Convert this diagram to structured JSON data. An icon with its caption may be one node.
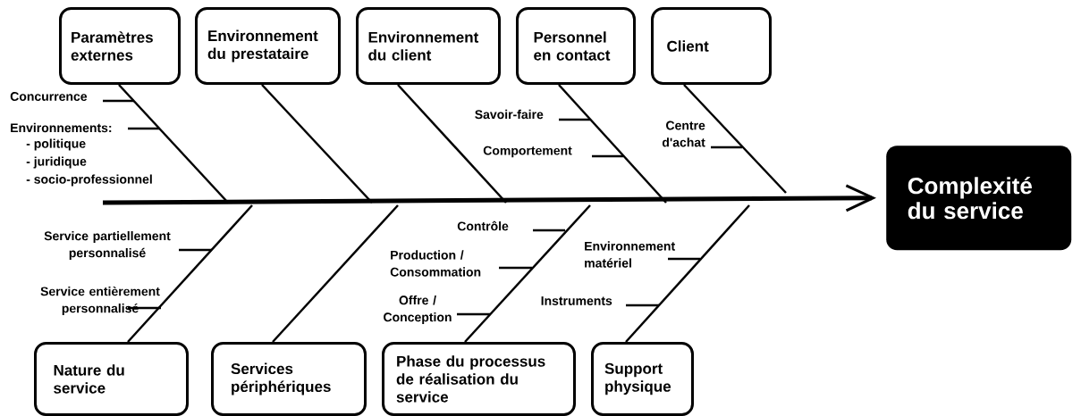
{
  "diagram": {
    "nodes": [
      {
        "text": [
          "Paramètres externes"
        ]
      },
      {
        "text": [
          "Environnement du prestataire"
        ]
      },
      {
        "text": [
          "Environnement du client"
        ]
      },
      {
        "text": [
          "Personnel en contact"
        ]
      },
      {
        "text": [
          "Client"
        ]
      },
      {
        "text": [
          "Complexité du service"
        ]
      },
      {
        "text": [
          "Nature du service"
        ]
      },
      {
        "text": [
          "Services périphériques"
        ]
      },
      {
        "text": [
          "Phase du processus de réalisation du service"
        ]
      },
      {
        "text": [
          "Support physique"
        ]
      }
    ],
    "edges": [
      {
        "from": 0,
        "to": null,
        "arrow": "none"
      },
      {
        "from": 1,
        "to": null,
        "arrow": "none"
      },
      {
        "from": 2,
        "to": null,
        "arrow": "none"
      },
      {
        "from": 3,
        "to": null,
        "arrow": "none"
      },
      {
        "from": 4,
        "to": null,
        "arrow": "none"
      },
      {
        "from": 6,
        "to": null,
        "arrow": "none"
      },
      {
        "from": 7,
        "to": null,
        "arrow": "none"
      },
      {
        "from": 8,
        "to": null,
        "arrow": "none"
      },
      {
        "from": 9,
        "to": null,
        "arrow": "none"
      },
      {
        "from": null,
        "to": 5,
        "arrow": "to",
        "style": "thick"
      }
    ],
    "labels": [
      "Concurrence",
      "Savoir-faire",
      "Environnements:",
      "Centre d'achat",
      "- politique",
      "Comportement",
      "- juridique",
      "- socio-professionnel",
      "Contrôle",
      "Service partiellement personnalisé",
      "Environnement matériel",
      "Production / Consommation",
      "Service entièrement personnalisé",
      "Instruments",
      "Offre / Conception"
    ]
  }
}
